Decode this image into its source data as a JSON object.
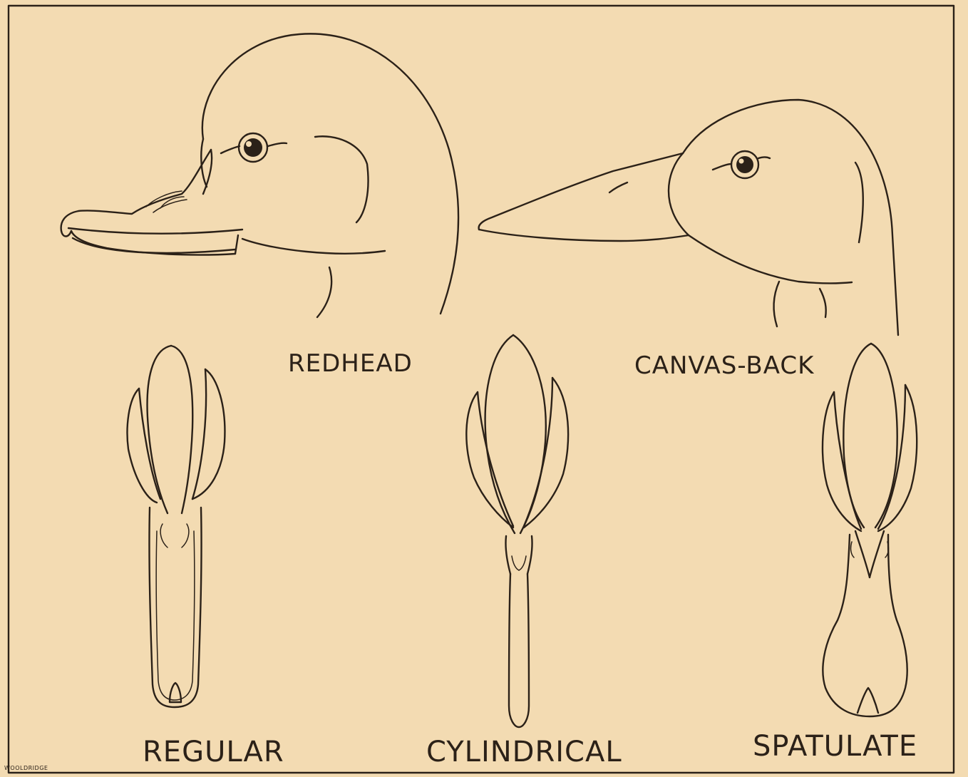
{
  "labels": {
    "redhead": "REDHEAD",
    "canvasback": "CANVAS-BACK",
    "regular": "REGULAR",
    "cylindrical": "CYLINDRICAL",
    "spatulate": "SPATULATE"
  },
  "signature": "WOOLDRIDGE",
  "colors": {
    "paper": "#f3dbb2",
    "ink": "#2b2118"
  }
}
